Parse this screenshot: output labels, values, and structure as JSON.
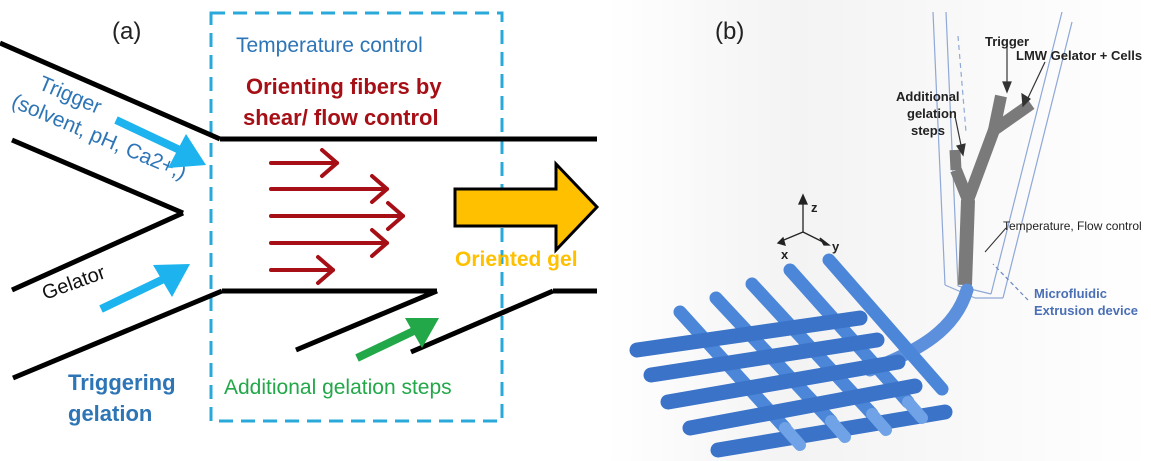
{
  "panel_a": {
    "label": "(a)",
    "temperature_control": "Temperature control",
    "orienting_line1": "Orienting fibers by",
    "orienting_line2": "shear/ flow control",
    "trigger_line1": "Trigger",
    "trigger_line2": "(solvent, pH, Ca2+,)",
    "gelator": "Gelator",
    "triggering_line1": "Triggering",
    "triggering_line2": "gelation",
    "oriented_gel": "Oriented gel",
    "additional_steps": "Additional gelation steps",
    "colors": {
      "box_dash": "#29a9d9",
      "blue_text": "#2e75b6",
      "dark_red": "#a50f15",
      "light_blue_arrow": "#1cb3ee",
      "green": "#22a849",
      "orange": "#ffc000"
    }
  },
  "panel_b": {
    "label": "(b)",
    "trigger": "Trigger",
    "lmw": "LMW Gelator + Cells",
    "additional_line1": "Additional",
    "additional_line2": "gelation",
    "additional_line3": "steps",
    "temp_flow": "Temperature, Flow control",
    "microfluidic_line1": "Microfluidic",
    "microfluidic_line2": "Extrusion device",
    "axis_x": "x",
    "axis_y": "y",
    "axis_z": "z",
    "colors": {
      "fiber": "#3f7fd6",
      "device_gray": "#7a7a7a",
      "device_text": "#4a6fb5"
    }
  }
}
